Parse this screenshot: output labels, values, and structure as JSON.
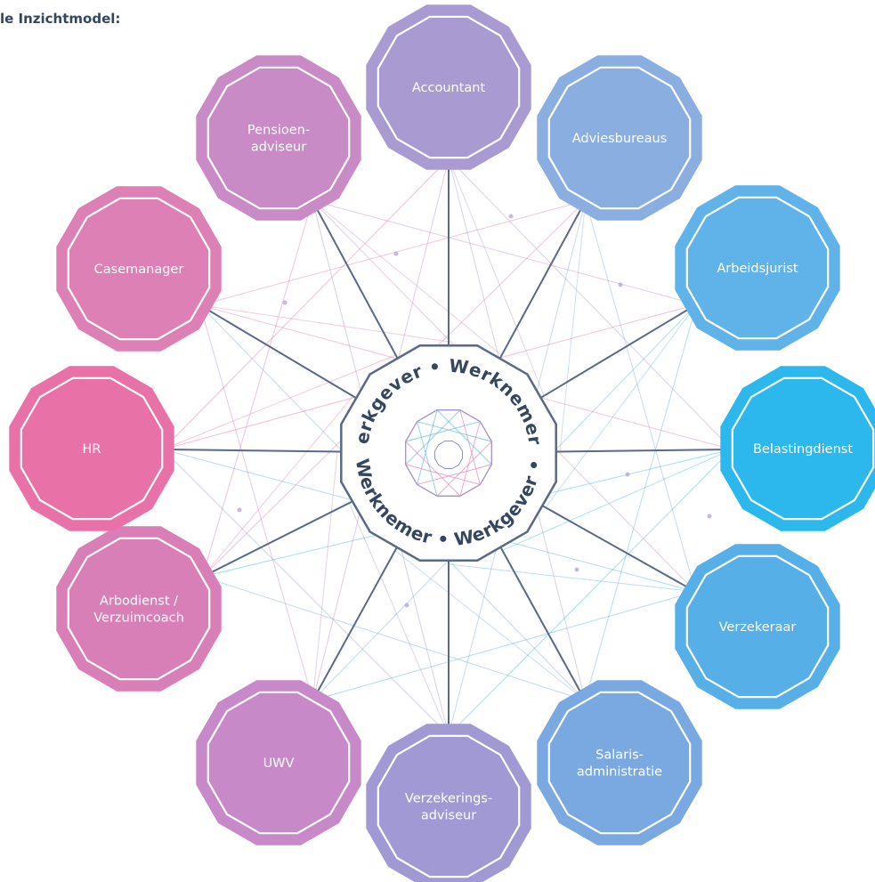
{
  "title": "le Inzichtmodel:",
  "center": {
    "top_text": "Werkgever • Werknemer •",
    "bottom_text": "Werknemer • Werkgever •"
  },
  "nodes": [
    {
      "id": "accountant",
      "lines": [
        "Accountant"
      ],
      "color": "#a99bd2"
    },
    {
      "id": "adviesbureaus",
      "lines": [
        "Adviesbureaus"
      ],
      "color": "#8aaee0"
    },
    {
      "id": "arbeidsjurist",
      "lines": [
        "Arbeidsjurist"
      ],
      "color": "#60b3e8"
    },
    {
      "id": "belastingdienst",
      "lines": [
        "Belastingdienst"
      ],
      "color": "#2cb8ec"
    },
    {
      "id": "verzekeraar",
      "lines": [
        "Verzekeraar"
      ],
      "color": "#56afe6"
    },
    {
      "id": "salarisadministratie",
      "lines": [
        "Salaris-",
        "administratie"
      ],
      "color": "#79a9e0"
    },
    {
      "id": "verzekeringsadviseur",
      "lines": [
        "Verzekerings-",
        "adviseur"
      ],
      "color": "#a099d4"
    },
    {
      "id": "uwv",
      "lines": [
        "UWV"
      ],
      "color": "#c789c8"
    },
    {
      "id": "arbodienst",
      "lines": [
        "Arbodienst /",
        "Verzuimcoach"
      ],
      "color": "#d87fb8"
    },
    {
      "id": "hr",
      "lines": [
        "HR"
      ],
      "color": "#e872a8"
    },
    {
      "id": "casemanager",
      "lines": [
        "Casemanager"
      ],
      "color": "#dc80b6"
    },
    {
      "id": "pensioenadviseur",
      "lines": [
        "Pensioen-",
        "adviseur"
      ],
      "color": "#c88bc5"
    }
  ],
  "colors": {
    "spoke": "#5a6a88",
    "center_stroke": "#5a6a88",
    "text_dark": "#35465f"
  }
}
